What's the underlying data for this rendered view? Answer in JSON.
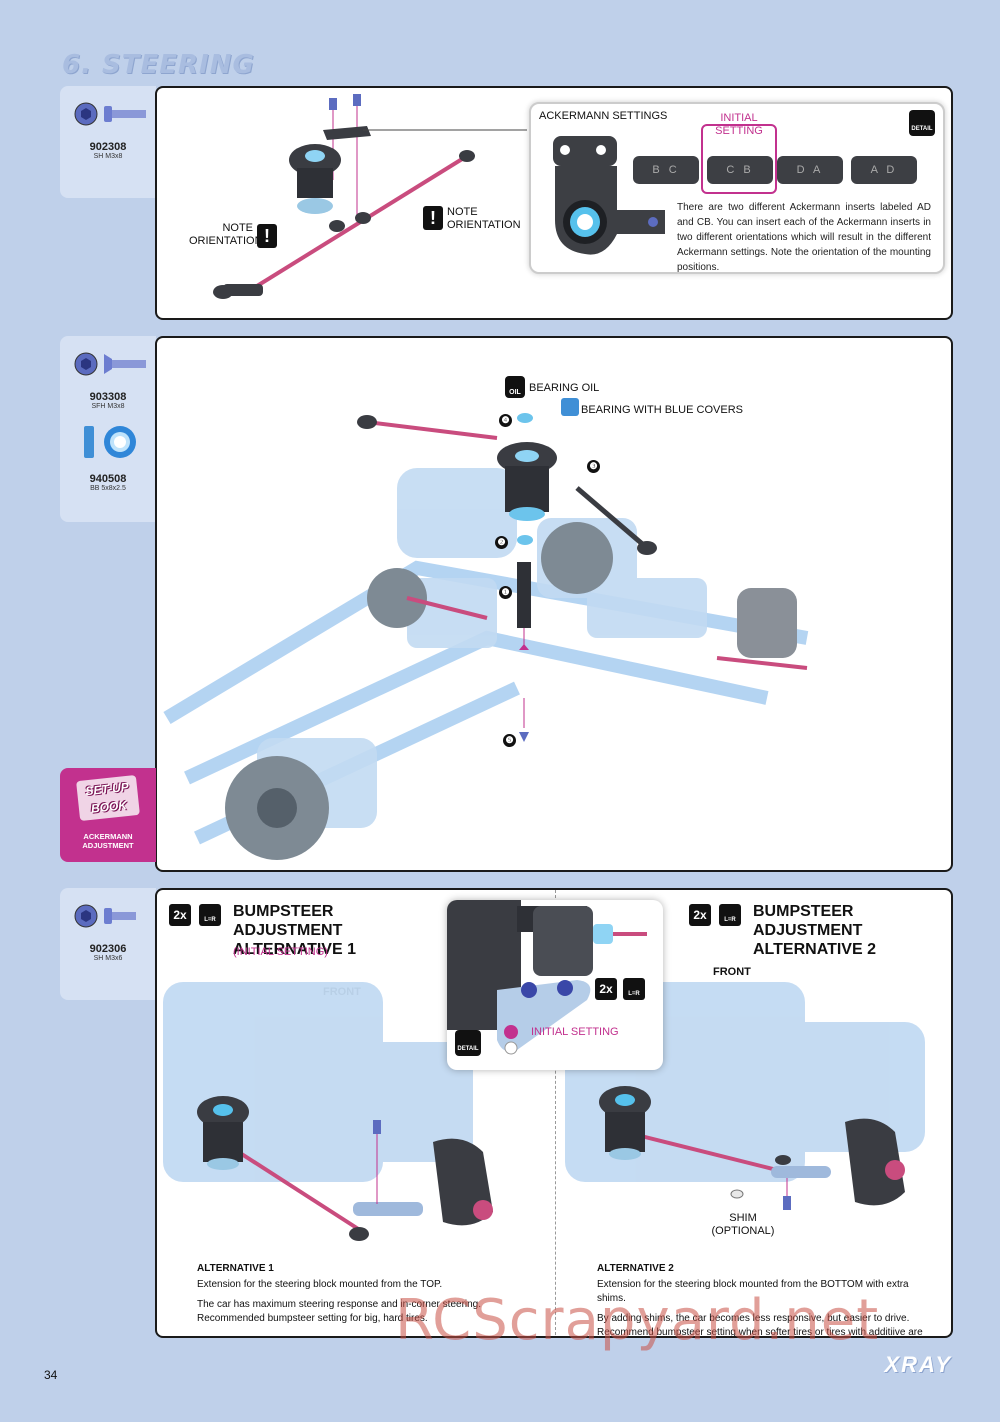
{
  "section_title": "6. STEERING",
  "parts": {
    "p1": {
      "num": "902308",
      "desc": "SH M3x8"
    },
    "p2": {
      "num": "903308",
      "desc": "SFH M3x8"
    },
    "p3": {
      "num": "940508",
      "desc": "BB 5x8x2.5"
    },
    "p4": {
      "num": "902306",
      "desc": "SH M3x6"
    }
  },
  "panel1": {
    "note_left": "NOTE ORIENTATION",
    "note_right": "NOTE ORIENTATION",
    "ackermann_title": "ACKERMANN SETTINGS",
    "initial_setting": "INITIAL SETTING",
    "inserts": [
      "B C",
      "C B",
      "D A",
      "A D"
    ],
    "detail": "DETAIL",
    "ackermann_text": "There are two different Ackermann inserts labeled AD and CB. You can insert each of the Ackermann inserts in two different orientations which will result in the different Ackermann settings. Note the orientation of the mounting positions."
  },
  "panel2": {
    "oil_icon": "OIL",
    "bearing_oil": "BEARING OIL",
    "bearing_covers": "BEARING WITH BLUE COVERS",
    "steps": [
      "❹",
      "❸",
      "❷",
      "❶",
      "❺"
    ]
  },
  "setup_book": {
    "title_1": "SET-UP",
    "title_2": "BOOK",
    "label": "ACKERMANN ADJUSTMENT"
  },
  "panel3": {
    "qty": "2x",
    "lr": "L=R",
    "alt1_title": "BUMPSTEER ADJUSTMENT ALTERNATIVE 1",
    "alt1_sub": "(INITIAL SETTING)",
    "alt2_title": "BUMPSTEER ADJUSTMENT ALTERNATIVE 2",
    "front": "FRONT",
    "inset_initial": "INITIAL SETTING",
    "shim": "SHIM (OPTIONAL)",
    "alt1_head": "ALTERNATIVE 1",
    "alt1_line1": "Extension for the steering block mounted from the TOP.",
    "alt1_line2": "The car has maximum steering response and in-corner steering. Recommended bumpsteer setting for big, hard tires.",
    "alt2_head": "ALTERNATIVE 2",
    "alt2_line1": "Extension for the steering block mounted from the BOTTOM with extra shims.",
    "alt2_line2": "By adding shims, the car becomes less responsive, but easier to drive. Recommend bumpsteer setting when softer tires or tires with additiive are used."
  },
  "footer": {
    "page": "34",
    "brand": "XRAY",
    "watermark": "RCScrapyard.net"
  },
  "colors": {
    "page_bg": "#bfd0ea",
    "accent": "#c2318e",
    "chassis": "#a8cdf0"
  }
}
